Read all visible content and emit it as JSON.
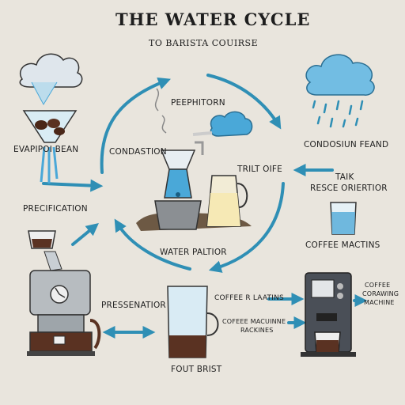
{
  "title": "THE WATER CYCLE",
  "subtitle": "TO BARISTA COUIRSE",
  "labels": {
    "evaporation": "EVAPIPOI BEAN",
    "precipitation": "PRECIFICATION",
    "presentation": "PRESSENATIOR",
    "condensation": "CONDASTION",
    "peppit": "PEEPHITORN",
    "trilt": "TRILT OIFE",
    "water_pallior": "WATER PALTIOR",
    "foot_brist": "FOUT BRIST",
    "condosion": "CONDOSIUN FEAND",
    "taik": "TAIK",
    "resce": "RESCE ORIERTIOR",
    "coffee_mactins": "COFFEE MACTINS",
    "coffee_latins": "COFFEE R LAATINS",
    "coffee_macuine": "COFEEE MACUINNE",
    "rackines": "RACKINES",
    "coffee_brewing_1": "COFFEE",
    "coffee_brewing_2": "CORAWING",
    "coffee_brewing_3": "MACHINE"
  },
  "colors": {
    "arrow": "#2f8fb5",
    "water": "#4aa8d8",
    "coffee": "#5a3222",
    "ink": "#1e1e1e",
    "background": "#e9e5dd"
  }
}
